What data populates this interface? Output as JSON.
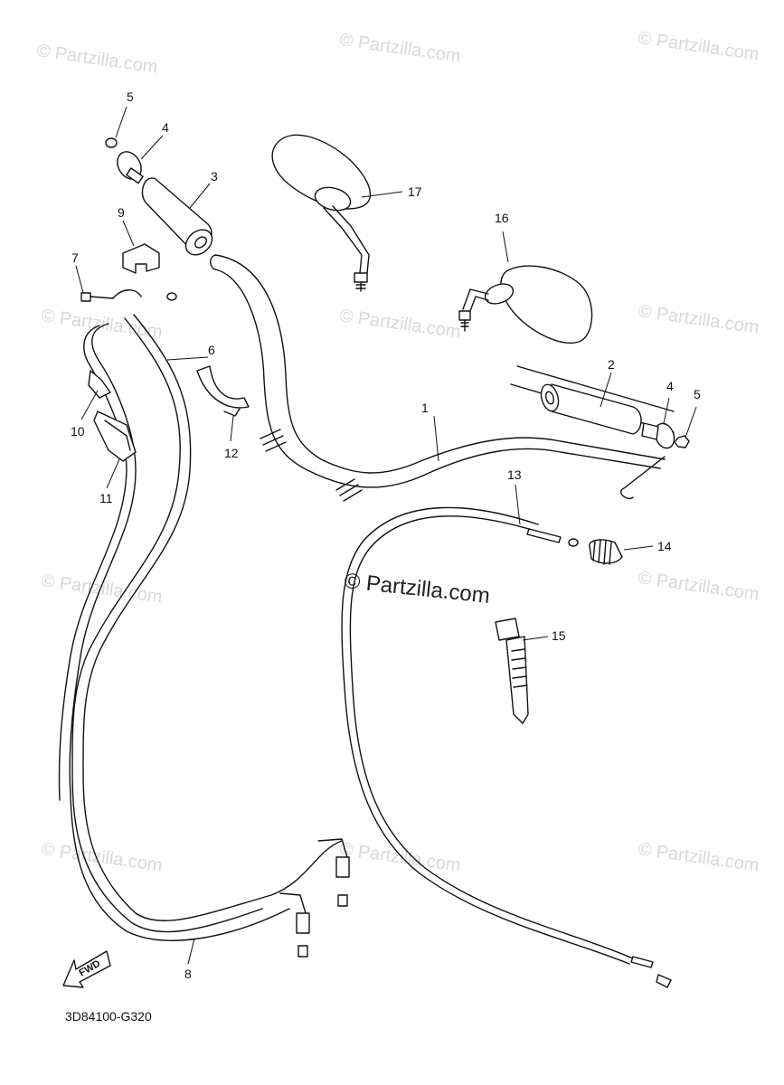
{
  "watermark_small": "© Partzilla.com",
  "watermark_center": "© Partzilla.com",
  "diagram_code": "3D84100-G320",
  "fwd_label": "FWD",
  "callouts": [
    "1",
    "2",
    "3",
    "4",
    "4",
    "5",
    "5",
    "6",
    "7",
    "8",
    "9",
    "10",
    "11",
    "12",
    "13",
    "14",
    "15",
    "16",
    "17"
  ]
}
